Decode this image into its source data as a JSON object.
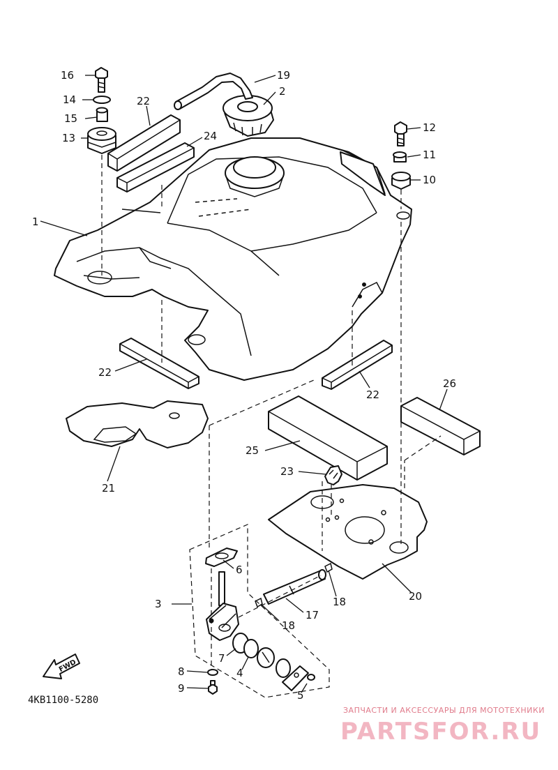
{
  "diagram": {
    "code": "4KB1100-5280",
    "fwd_label": "FWD",
    "callouts": {
      "c1": "1",
      "c2": "2",
      "c3": "3",
      "c4": "4",
      "c5": "5",
      "c6": "6",
      "c7": "7",
      "c8": "8",
      "c9": "9",
      "c10": "10",
      "c11": "11",
      "c12": "12",
      "c13": "13",
      "c14": "14",
      "c15": "15",
      "c16": "16",
      "c17": "17",
      "c18a": "18",
      "c18b": "18",
      "c19": "19",
      "c20": "20",
      "c21": "21",
      "c22a": "22",
      "c22b": "22",
      "c22c": "22",
      "c23": "23",
      "c24": "24",
      "c25": "25",
      "c26": "26"
    }
  },
  "watermark": {
    "tagline": "ЗАПЧАСТИ И АКСЕССУАРЫ ДЛЯ МОТОТЕХНИКИ",
    "logo": "PARTSFOR.RU"
  }
}
